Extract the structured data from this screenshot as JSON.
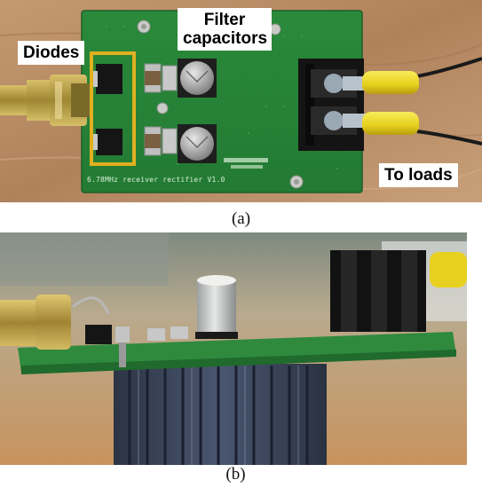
{
  "labels": {
    "diodes": "Diodes",
    "filter_line1": "Filter",
    "filter_line2": "capacitors",
    "to_loads": "To loads"
  },
  "pcb_silkscreen": "6.78MHz receiver rectifier V1.0",
  "captions": {
    "a": "(a)",
    "b": "(b)"
  },
  "colors": {
    "wood": "#b98a62",
    "pcb_green": "#2f8a3e",
    "highlight_box": "#e0b020",
    "heatsink": "#3a4456",
    "wire_insulation": "#f2e030"
  }
}
